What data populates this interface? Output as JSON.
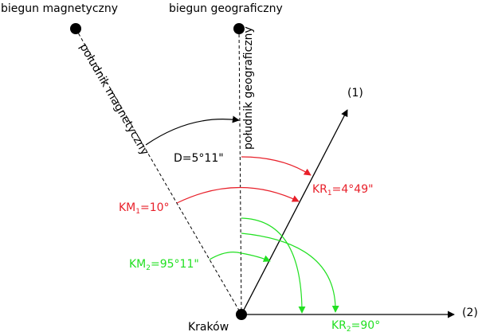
{
  "labels": {
    "magnetic_pole": "biegun magnetyczny",
    "geographic_pole": "biegun geograficzny",
    "magnetic_meridian": "południk magnetyczny",
    "geographic_meridian": "południk geograficzny",
    "city": "Kraków",
    "direction_1": "(1)",
    "direction_2": "(2)"
  },
  "angles": {
    "declination": "D=5°11\"",
    "km1_main": "KM",
    "km1_sub": "1",
    "km1_value": "=10°",
    "kr1_main": "KR",
    "kr1_sub": "1",
    "kr1_value": "=4°49\"",
    "km2_main": "KM",
    "km2_sub": "2",
    "km2_value": "=95°11\"",
    "kr2_main": "KR",
    "kr2_sub": "2",
    "kr2_value": "=90°"
  },
  "colors": {
    "black": "#000000",
    "red": "#e8202a",
    "green": "#22e022"
  }
}
